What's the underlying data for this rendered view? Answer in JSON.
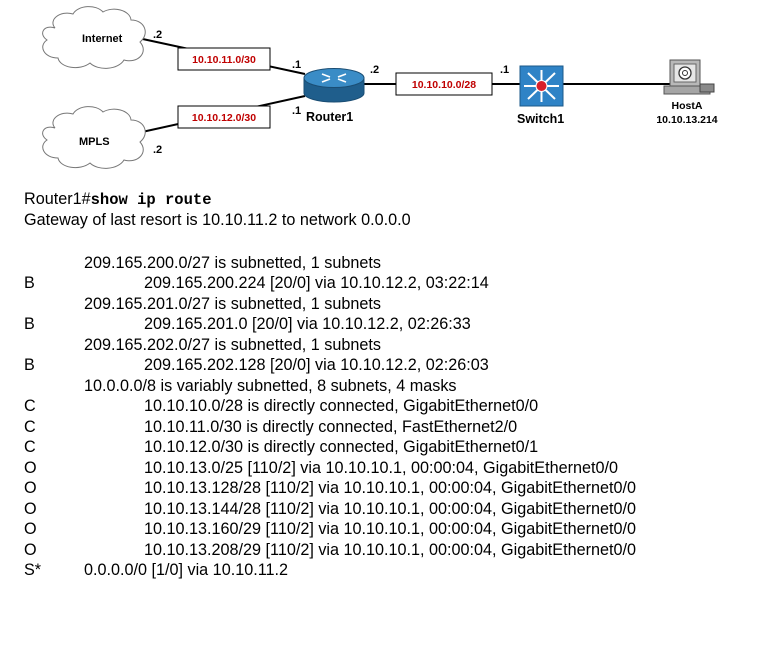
{
  "topology": {
    "clouds": [
      {
        "id": "internet",
        "label": "Internet",
        "ip_suffix": ".2"
      },
      {
        "id": "mpls",
        "label": "MPLS",
        "ip_suffix": ".2"
      }
    ],
    "subnets": {
      "internet_link": "10.10.11.0/30",
      "mpls_link": "10.10.12.0/30",
      "switch_link": "10.10.10.0/28"
    },
    "router": {
      "label": "Router1",
      "internet_suffix": ".1",
      "mpls_suffix": ".1",
      "switch_side_suffix": ".2"
    },
    "switch": {
      "label": "Switch1",
      "router_side_suffix": ".1"
    },
    "host": {
      "label": "HostA",
      "ip": "10.10.13.214"
    },
    "colors": {
      "subnet_text": "#c00000",
      "router_blue": "#2d7fb8",
      "switch_blue": "#2f83c6",
      "switch_red": "#d81f2a"
    }
  },
  "cli": {
    "prompt": "Router1#",
    "command": "show ip route",
    "gateway": "Gateway of last resort is 10.10.11.2 to network 0.0.0.0",
    "routes": [
      {
        "code": "",
        "indent": 1,
        "text": "209.165.200.0/27 is subnetted, 1 subnets"
      },
      {
        "code": "B",
        "indent": 2,
        "text": "209.165.200.224 [20/0] via 10.10.12.2, 03:22:14"
      },
      {
        "code": "",
        "indent": 1,
        "text": "209.165.201.0/27 is subnetted, 1 subnets"
      },
      {
        "code": "B",
        "indent": 2,
        "text": "209.165.201.0 [20/0] via 10.10.12.2, 02:26:33"
      },
      {
        "code": "",
        "indent": 1,
        "text": "209.165.202.0/27 is subnetted, 1 subnets"
      },
      {
        "code": "B",
        "indent": 2,
        "text": "209.165.202.128 [20/0] via 10.10.12.2, 02:26:03"
      },
      {
        "code": "",
        "indent": 1,
        "text": "10.0.0.0/8 is variably subnetted, 8 subnets, 4 masks"
      },
      {
        "code": "C",
        "indent": 2,
        "text": "10.10.10.0/28 is directly connected, GigabitEthernet0/0"
      },
      {
        "code": "C",
        "indent": 2,
        "text": "10.10.11.0/30 is directly connected, FastEthernet2/0"
      },
      {
        "code": "C",
        "indent": 2,
        "text": "10.10.12.0/30 is directly connected, GigabitEthernet0/1"
      },
      {
        "code": "O",
        "indent": 2,
        "text": "10.10.13.0/25 [110/2] via 10.10.10.1, 00:00:04, GigabitEthernet0/0"
      },
      {
        "code": "O",
        "indent": 2,
        "text": "10.10.13.128/28 [110/2] via 10.10.10.1, 00:00:04, GigabitEthernet0/0"
      },
      {
        "code": "O",
        "indent": 2,
        "text": "10.10.13.144/28 [110/2] via 10.10.10.1, 00:00:04, GigabitEthernet0/0"
      },
      {
        "code": "O",
        "indent": 2,
        "text": "10.10.13.160/29 [110/2] via 10.10.10.1, 00:00:04, GigabitEthernet0/0"
      },
      {
        "code": "O",
        "indent": 2,
        "text": "10.10.13.208/29 [110/2] via 10.10.10.1, 00:00:04, GigabitEthernet0/0"
      },
      {
        "code": "S*",
        "indent": 1,
        "text": "0.0.0.0/0 [1/0] via 10.10.11.2"
      }
    ]
  }
}
